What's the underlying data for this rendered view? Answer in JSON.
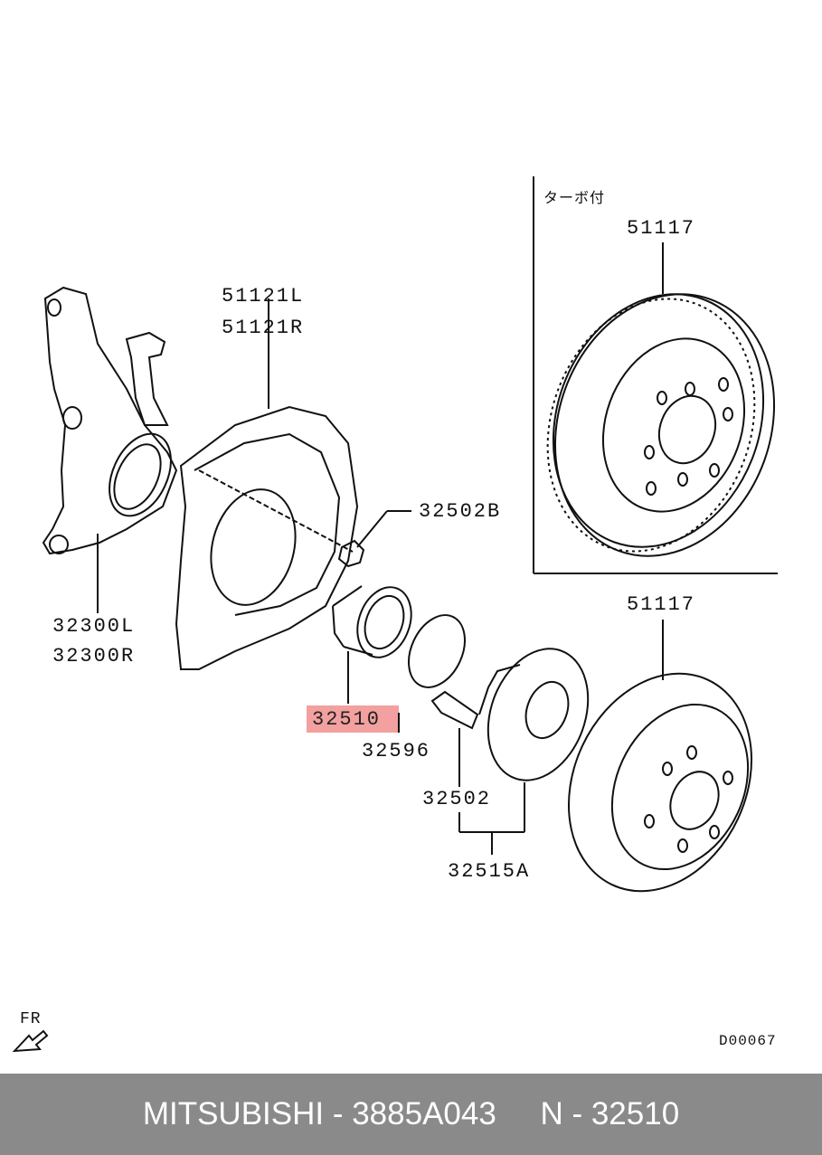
{
  "labels": {
    "turbo_note": "ターボ付",
    "disc_upper": "51117",
    "shield_l": "51121L",
    "shield_r": "51121R",
    "bolt_b": "32502B",
    "knuckle_l": "32300L",
    "knuckle_r": "32300R",
    "bearing": "32510",
    "snap_ring": "32596",
    "disc_lower": "51117",
    "hub_bolt": "32502",
    "hub": "32515A",
    "fr": "FR",
    "diagram_code": "D00067"
  },
  "highlight": {
    "part": "32510",
    "color": "#f3a0a0"
  },
  "footer": {
    "brand": "MITSUBISHI",
    "separator1": " - ",
    "part_number": "3885A043",
    "gap": "     ",
    "ref": "N - 32510"
  }
}
